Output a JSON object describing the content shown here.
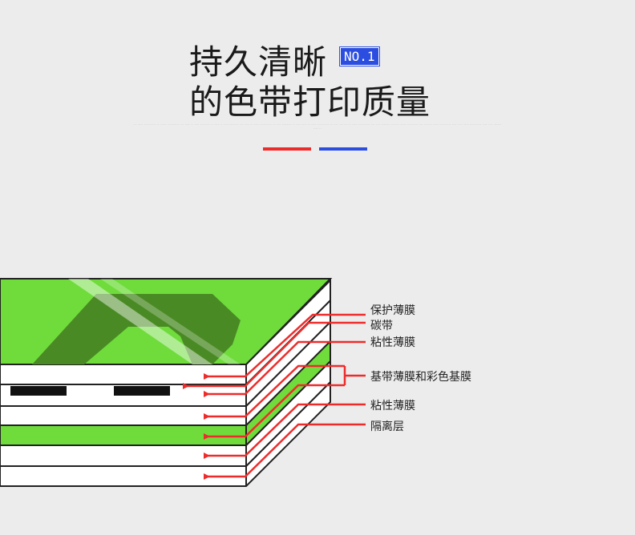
{
  "header": {
    "title_line1": "持久清晰",
    "title_line2": "的色带打印质量",
    "badge": "NO.1",
    "tagline": "--- ---- ---------- -- ----- ---------- --- ---- -- ---- -------- -- ---- -- ---- -------- --- ---- -- ---- ---------- -- ---- -------- -- ---- ---- -- ---- ---------- -- ---- --- --- -- ---- ---------- --- ---- ------- ------- ----- --------- --- ------- ---- ---------- ---- ---- ---- ---------- ---- ---- ---------- --"
  },
  "accent_colors": {
    "red": "#ee2b2b",
    "blue": "#2c4ee0",
    "green": "#6fdc3c",
    "dark_green": "#4a8a24"
  },
  "layers": {
    "protective_film": "保护薄膜",
    "carbon_ribbon": "碳带",
    "adhesive_film_top": "粘性薄膜",
    "base_film": "基带薄膜和彩色基膜",
    "adhesive_film_bottom": "粘性薄膜",
    "release_layer": "隔离层"
  }
}
